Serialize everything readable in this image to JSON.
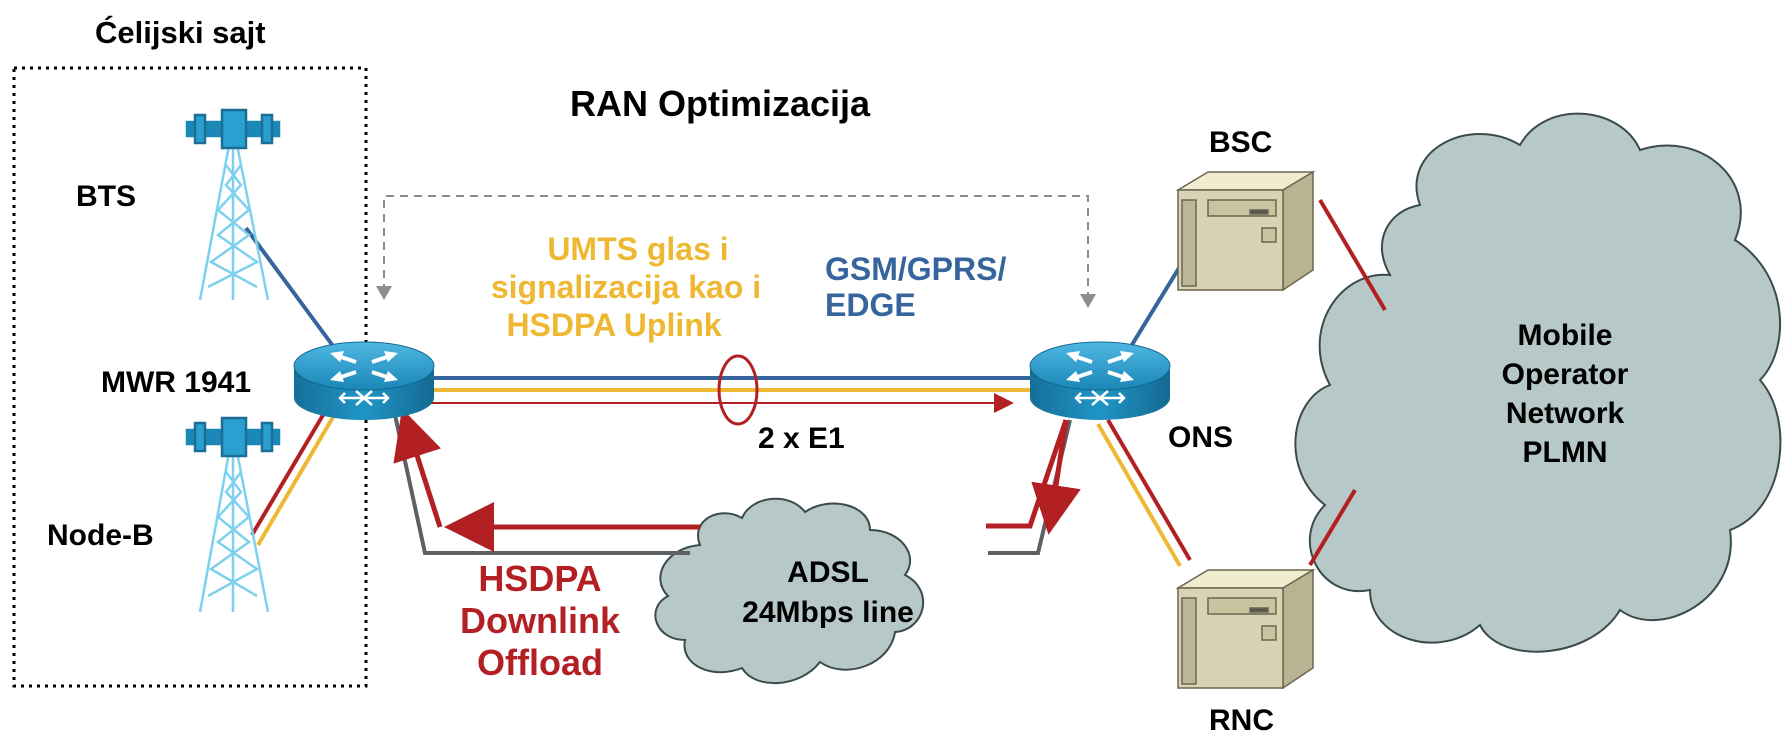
{
  "site_label": "Ćelijski sajt",
  "title": "RAN Optimizacija",
  "bts_label": "BTS",
  "router_left_label": "MWR 1941",
  "nodeb_label": "Node-B",
  "router_right_label": "ONS",
  "bsc_label": "BSC",
  "rnc_label": "RNC",
  "link_label": "2 x E1",
  "umts_label": [
    "UMTS glas i",
    "signalizacija kao i",
    "HSDPA Uplink"
  ],
  "gsm_label": [
    "GSM/GPRS/",
    "EDGE"
  ],
  "hsdpa_label": [
    "HSDPA",
    "Downlink",
    "Offload"
  ],
  "adsl_label": [
    "ADSL",
    "24Mbps line"
  ],
  "pmln_label": [
    "Mobile",
    "Operator",
    "Network",
    "PLMN"
  ],
  "colors": {
    "blue": "#35659c",
    "yellow": "#efb833",
    "red": "#b32024",
    "gray": "#5f5f66",
    "cloud": "#b6c8c8",
    "router": "#1d8fbf",
    "server": "#d8d3b4"
  }
}
